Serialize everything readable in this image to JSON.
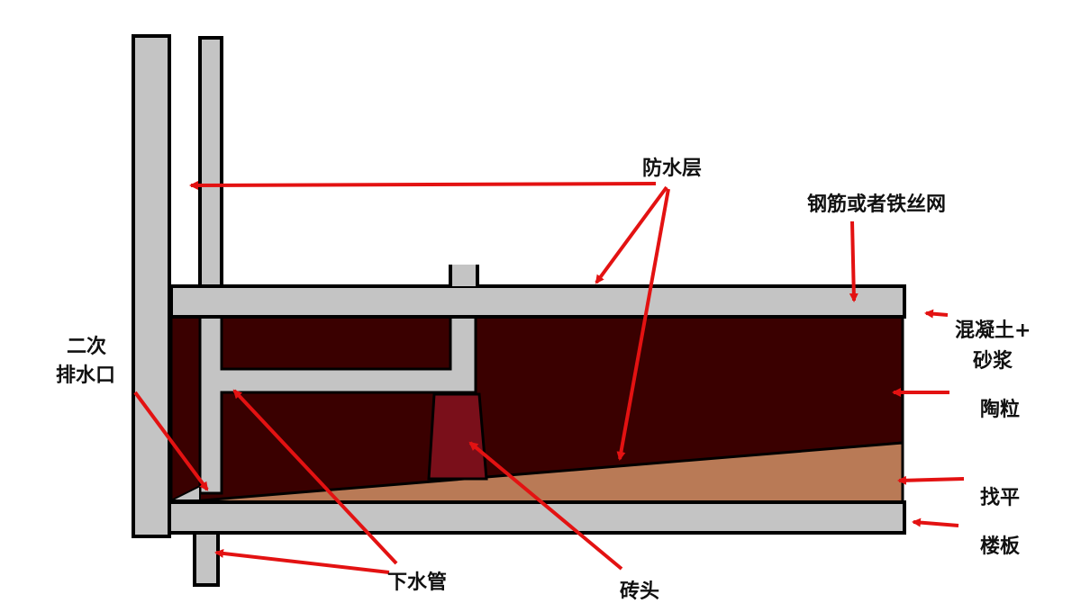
{
  "labels": {
    "waterproof": "防水层",
    "mesh": "钢筋或者铁丝网",
    "concrete_line1": "混凝土+",
    "concrete_line2": "砂浆",
    "ceramsite": "陶粒",
    "leveling": "找平",
    "floor_slab": "楼板",
    "secondary_drain_line1": "二次",
    "secondary_drain_line2": "排水口",
    "drain_pipe": "下水管",
    "brick": "砖头"
  },
  "colors": {
    "wall": "#c4c4c4",
    "fill_dark": "#3a0000",
    "brick": "#7a0f1a",
    "leveling": "#b97a56",
    "arrow": "#e31212",
    "outline": "#000000"
  }
}
